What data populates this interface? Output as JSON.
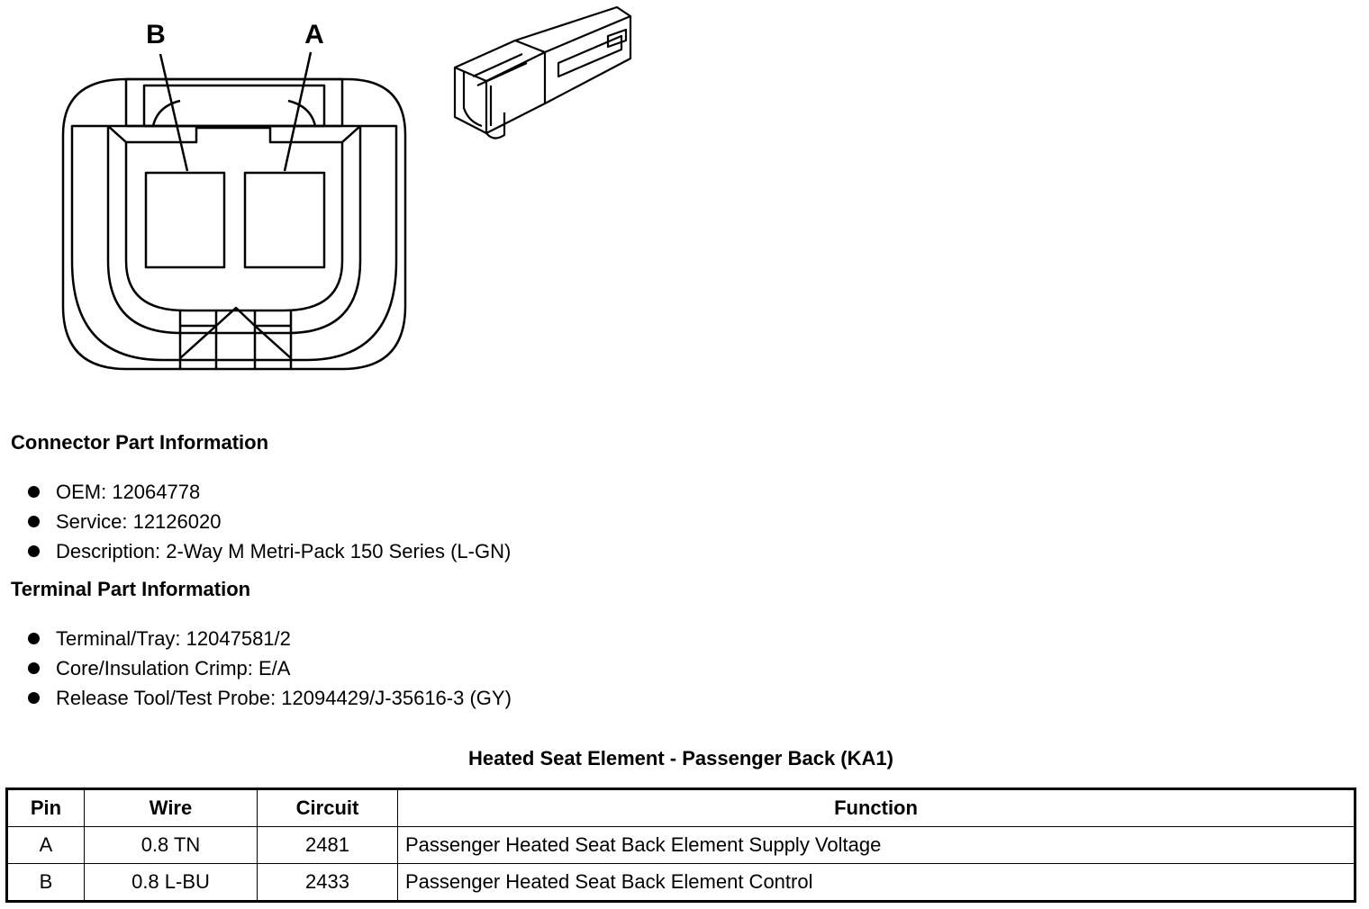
{
  "diagram": {
    "pin_labels": [
      "B",
      "A"
    ]
  },
  "connector_section": {
    "title": "Connector Part Information",
    "items": [
      "OEM: 12064778",
      "Service: 12126020",
      "Description: 2-Way M Metri-Pack 150 Series (L-GN)"
    ]
  },
  "terminal_section": {
    "title": "Terminal Part Information",
    "items": [
      "Terminal/Tray: 12047581/2",
      "Core/Insulation Crimp: E/A",
      "Release Tool/Test Probe: 12094429/J-35616-3 (GY)"
    ]
  },
  "pin_table": {
    "title": "Heated Seat Element - Passenger Back (KA1)",
    "headers": [
      "Pin",
      "Wire",
      "Circuit",
      "Function"
    ],
    "rows": [
      [
        "A",
        "0.8 TN",
        "2481",
        "Passenger Heated Seat Back Element Supply Voltage"
      ],
      [
        "B",
        "0.8 L-BU",
        "2433",
        "Passenger Heated Seat Back Element Control"
      ]
    ]
  }
}
